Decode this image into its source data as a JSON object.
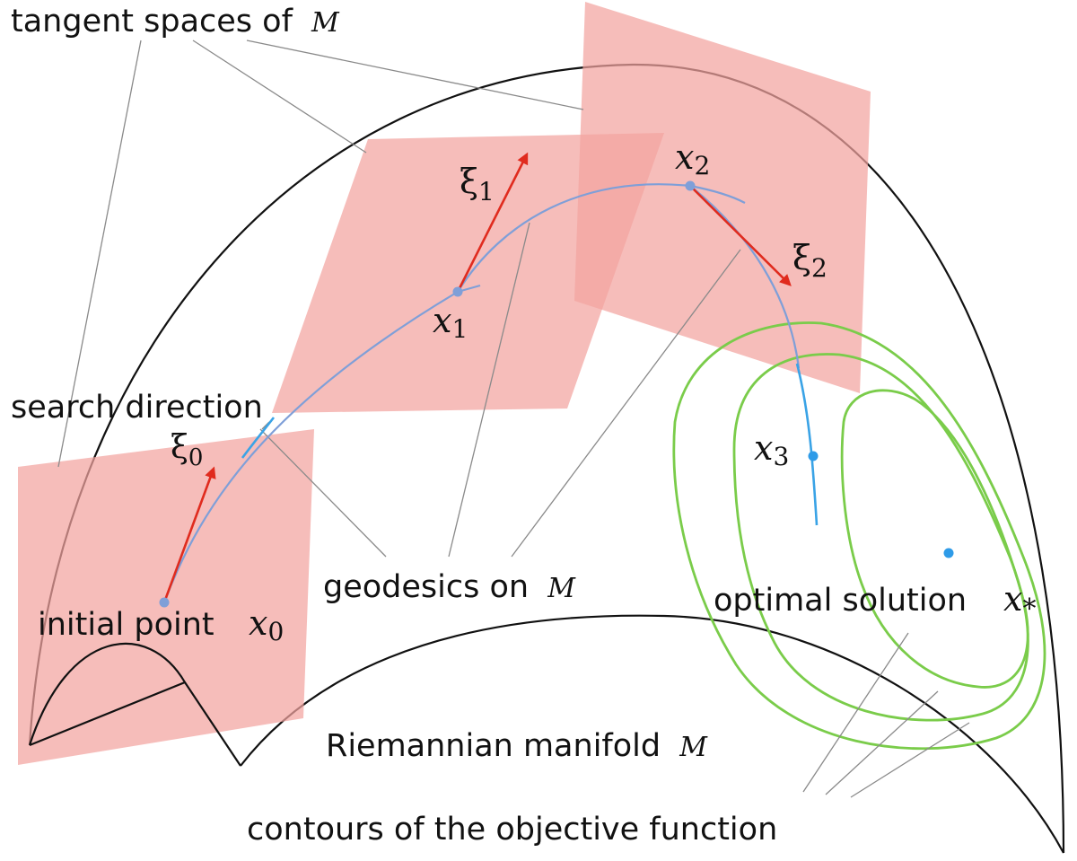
{
  "labels": {
    "tangent_spaces": "tangent spaces of",
    "search_direction": "search direction",
    "geodesics": "geodesics on",
    "initial_point": "initial point",
    "optimal_solution": "optimal solution",
    "manifold": "Riemannian manifold",
    "contours": "contours of the objective function"
  },
  "symbols": {
    "manifold": "M",
    "point": "x",
    "direction": "ξ",
    "x0_sub": "0",
    "x1_sub": "1",
    "x2_sub": "2",
    "x3_sub": "3",
    "xstar_sub": "*",
    "xi0_sub": "0",
    "xi1_sub": "1",
    "xi2_sub": "2"
  },
  "colors": {
    "tangent_plane": "#f3a3a0",
    "geodesic": "#7f9fd8",
    "last_segment": "#3aa3e6",
    "arrow": "#e02b1e",
    "contour": "#7acc4a",
    "outline": "#111111",
    "point": "#7f9fd8",
    "point_light": "#2e9be8"
  }
}
